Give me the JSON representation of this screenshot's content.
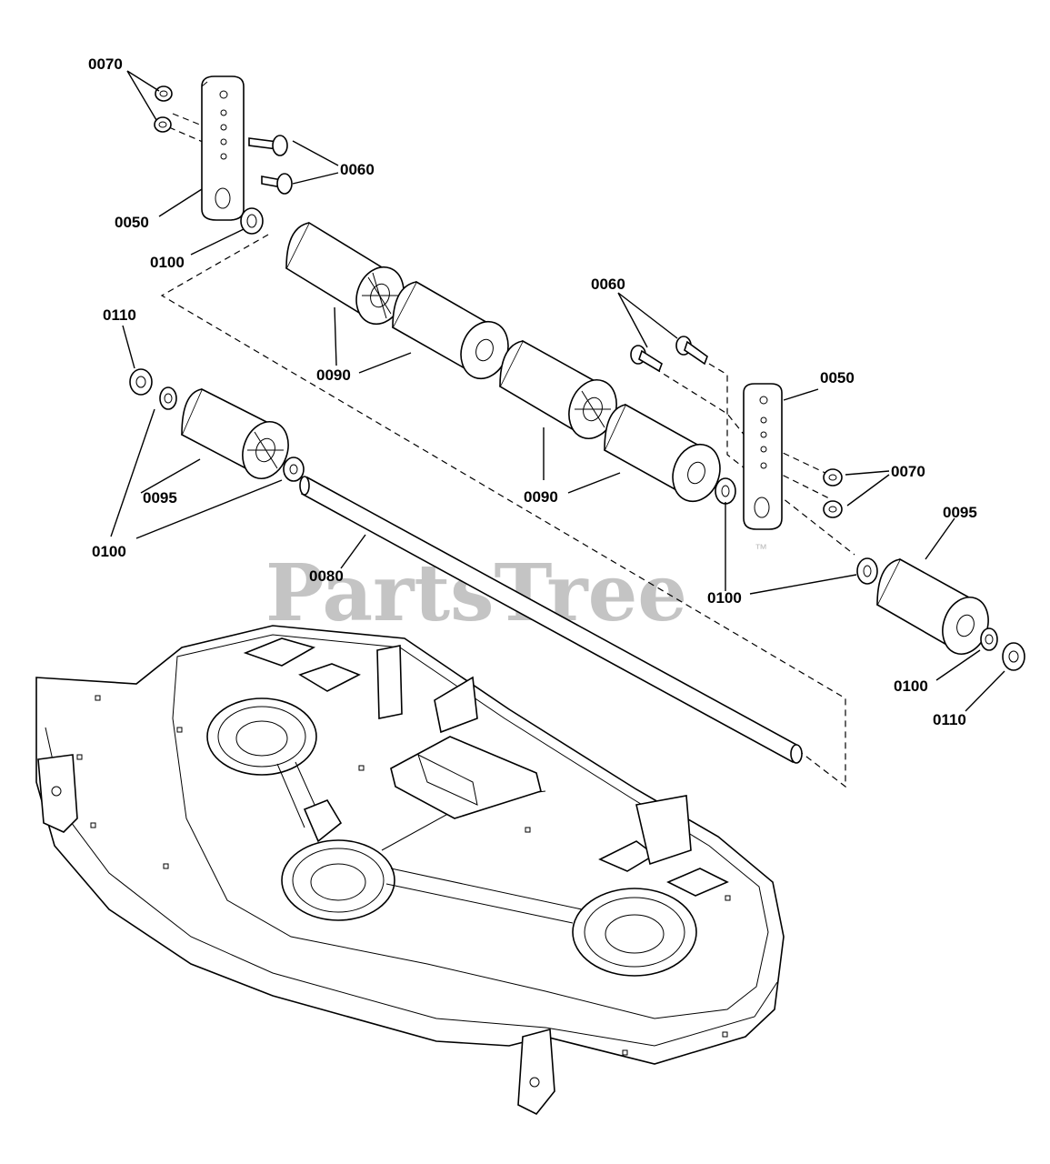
{
  "watermark": {
    "text": "PartsTree",
    "trademark": "™"
  },
  "labels": {
    "p0070_left": "0070",
    "p0060_left": "0060",
    "p0050_left": "0050",
    "p0100_top": "0100",
    "p0110_left": "0110",
    "p0090_left": "0090",
    "p0095_left": "0095",
    "p0100_left": "0100",
    "p0080": "0080",
    "p0060_right": "0060",
    "p0050_right": "0050",
    "p0090_right": "0090",
    "p0070_right": "0070",
    "p0095_right": "0095",
    "p0100_mid": "0100",
    "p0100_right": "0100",
    "p0110_right": "0110"
  }
}
